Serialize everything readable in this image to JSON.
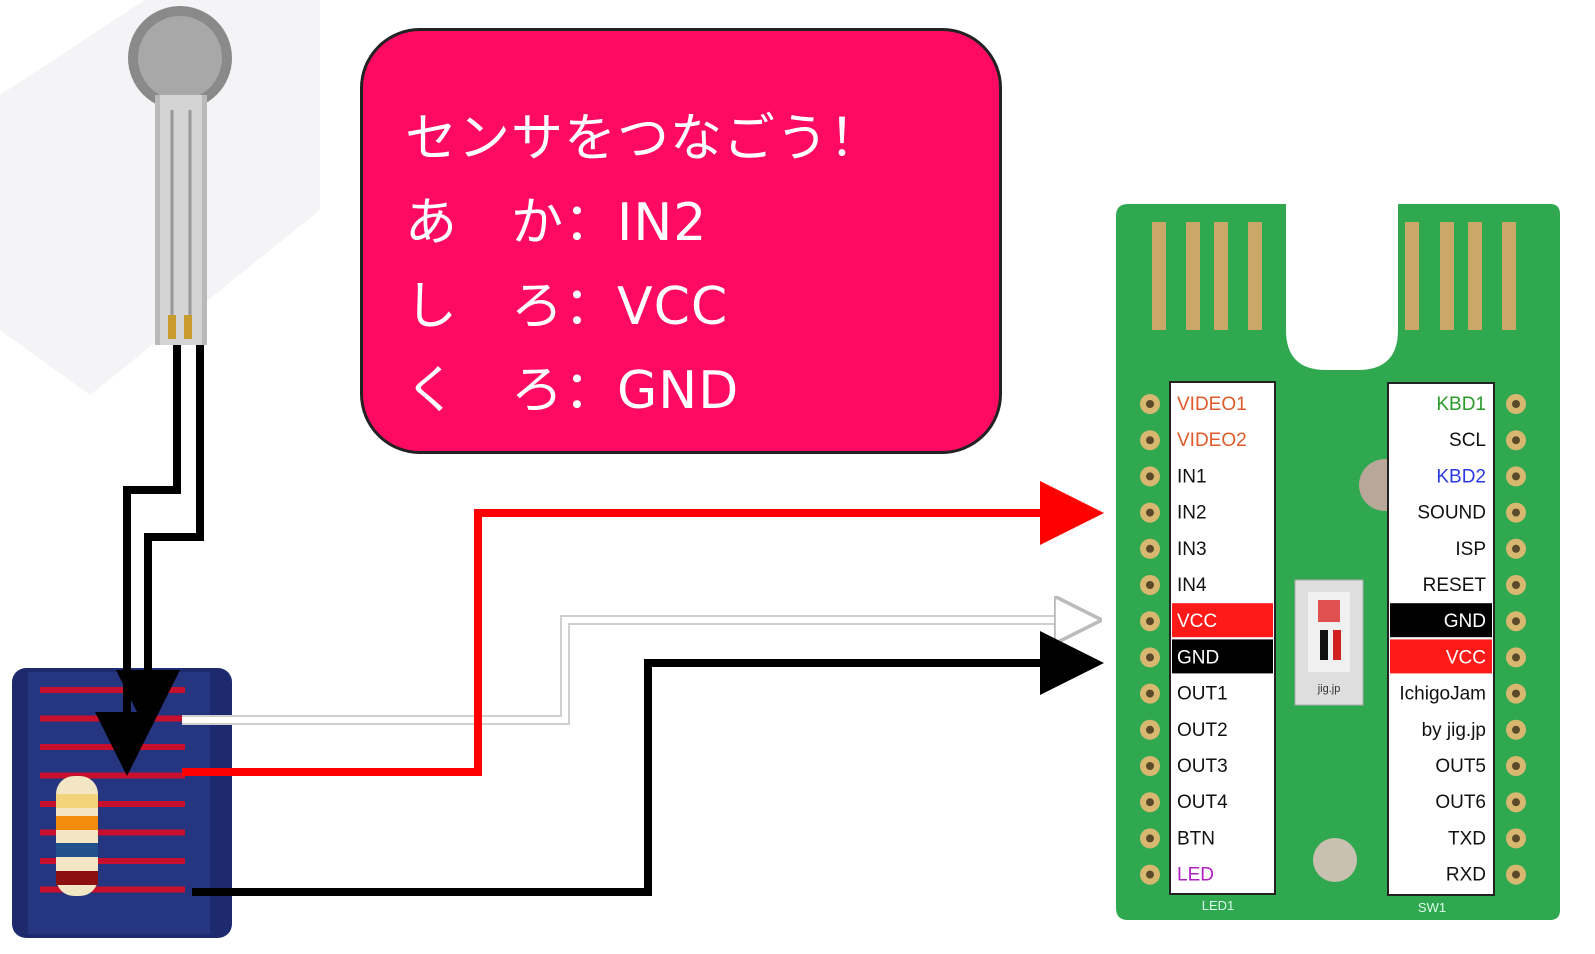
{
  "callout": {
    "title": "センサをつなごう！",
    "lines": [
      "あ　か：IN2",
      "し　ろ：VCC",
      "く　ろ：GND"
    ]
  },
  "board": {
    "left_pins": [
      {
        "label": "VIDEO1",
        "color": "#e05a2a"
      },
      {
        "label": "VIDEO2",
        "color": "#e05a2a"
      },
      {
        "label": "IN1",
        "color": "#111111"
      },
      {
        "label": "IN2",
        "color": "#111111"
      },
      {
        "label": "IN3",
        "color": "#111111"
      },
      {
        "label": "IN4",
        "color": "#111111"
      },
      {
        "label": "VCC",
        "color": "#ffffff",
        "bg": "#ff1a1a"
      },
      {
        "label": "GND",
        "color": "#ffffff",
        "bg": "#000000"
      },
      {
        "label": "OUT1",
        "color": "#111111"
      },
      {
        "label": "OUT2",
        "color": "#111111"
      },
      {
        "label": "OUT3",
        "color": "#111111"
      },
      {
        "label": "OUT4",
        "color": "#111111"
      },
      {
        "label": "BTN",
        "color": "#111111"
      },
      {
        "label": "LED",
        "color": "#b020c0"
      }
    ],
    "right_pins": [
      {
        "label": "KBD1",
        "color": "#2a9a2a"
      },
      {
        "label": "SCL",
        "color": "#111111"
      },
      {
        "label": "KBD2",
        "color": "#2a3ae0"
      },
      {
        "label": "SOUND",
        "color": "#111111"
      },
      {
        "label": "ISP",
        "color": "#111111"
      },
      {
        "label": "RESET",
        "color": "#111111"
      },
      {
        "label": "GND",
        "color": "#ffffff",
        "bg": "#000000"
      },
      {
        "label": "VCC",
        "color": "#ffffff",
        "bg": "#ff1a1a"
      },
      {
        "label": "IchigoJam",
        "color": "#111111"
      },
      {
        "label": "by jig.jp",
        "color": "#111111"
      },
      {
        "label": "OUT5",
        "color": "#111111"
      },
      {
        "label": "OUT6",
        "color": "#111111"
      },
      {
        "label": "TXD",
        "color": "#111111"
      },
      {
        "label": "RXD",
        "color": "#111111"
      }
    ],
    "silk_left": "LED1",
    "silk_right": "SW1",
    "chip_label": "jig.jp"
  },
  "colors": {
    "callout_bg": "#ff0a63",
    "pcb_green": "#2fa84f",
    "wire_red": "#ff0000",
    "wire_black": "#000000",
    "wire_white": "#ffffff",
    "breadboard_blue": "#1e2a6e"
  }
}
